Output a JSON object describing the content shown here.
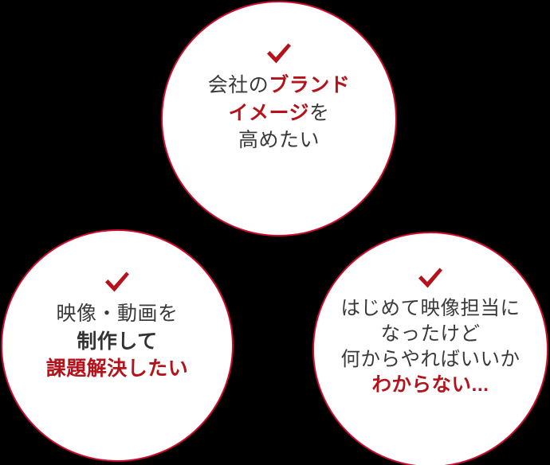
{
  "background_color": "#000000",
  "theme": {
    "circle_fill": "#ffffff",
    "circle_border": "#cf0a2c",
    "accent_red": "#b5121b",
    "body_text": "#3a3a3a"
  },
  "bubbles": [
    {
      "id": "brand",
      "check_icon": "check-icon",
      "lines": [
        {
          "segments": [
            {
              "text": "会社の",
              "style": "normal"
            },
            {
              "text": "ブランド",
              "style": "red-bold"
            }
          ]
        },
        {
          "segments": [
            {
              "text": "イメージ",
              "style": "red-bold"
            },
            {
              "text": "を",
              "style": "normal"
            }
          ]
        },
        {
          "segments": [
            {
              "text": "高めたい",
              "style": "normal"
            }
          ]
        }
      ],
      "plain_text": "会社のブランドイメージを高めたい"
    },
    {
      "id": "production",
      "check_icon": "check-icon",
      "lines": [
        {
          "segments": [
            {
              "text": "映像・動画を",
              "style": "normal"
            }
          ]
        },
        {
          "segments": [
            {
              "text": "制作して",
              "style": "dark-bold"
            }
          ]
        },
        {
          "segments": [
            {
              "text": "課題解決したい",
              "style": "red-bold"
            }
          ]
        }
      ],
      "plain_text": "映像・動画を制作して課題解決したい"
    },
    {
      "id": "beginner",
      "check_icon": "check-icon",
      "lines": [
        {
          "segments": [
            {
              "text": "はじめて映像担当に",
              "style": "normal"
            }
          ]
        },
        {
          "segments": [
            {
              "text": "なったけど",
              "style": "normal"
            }
          ]
        },
        {
          "segments": [
            {
              "text": "何からやればいいか",
              "style": "normal"
            }
          ]
        },
        {
          "segments": [
            {
              "text": "わからない...",
              "style": "red-bold"
            }
          ]
        }
      ],
      "plain_text": "はじめて映像担当になったけど何からやればいいかわからない..."
    }
  ]
}
